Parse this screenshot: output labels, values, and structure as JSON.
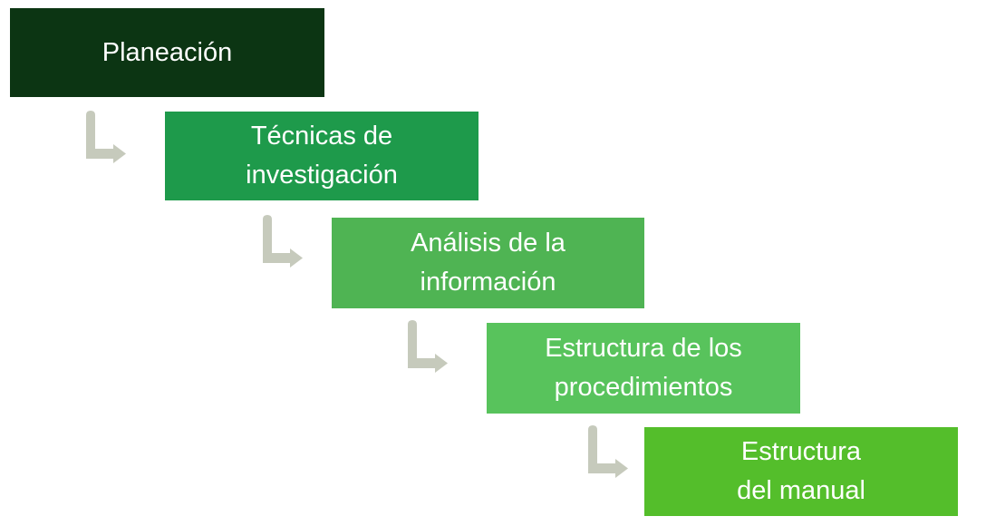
{
  "diagram": {
    "background_color": "#FFFFFF",
    "text_color": "#FFFFFF",
    "arrow_color": "#C6CABC",
    "arrow_icon": "elbow-down-right-arrow",
    "steps": [
      {
        "order": 1,
        "lines": [
          "Planeación"
        ],
        "color": "#0C3513"
      },
      {
        "order": 2,
        "lines": [
          "Técnicas de",
          "investigación"
        ],
        "color": "#1E9A4B"
      },
      {
        "order": 3,
        "lines": [
          "Análisis de la",
          "información"
        ],
        "color": "#4FB453"
      },
      {
        "order": 4,
        "lines": [
          "Estructura de los",
          "procedimientos"
        ],
        "color": "#58C35C"
      },
      {
        "order": 5,
        "lines": [
          "Estructura",
          "del manual"
        ],
        "color": "#54BE2B"
      }
    ]
  }
}
